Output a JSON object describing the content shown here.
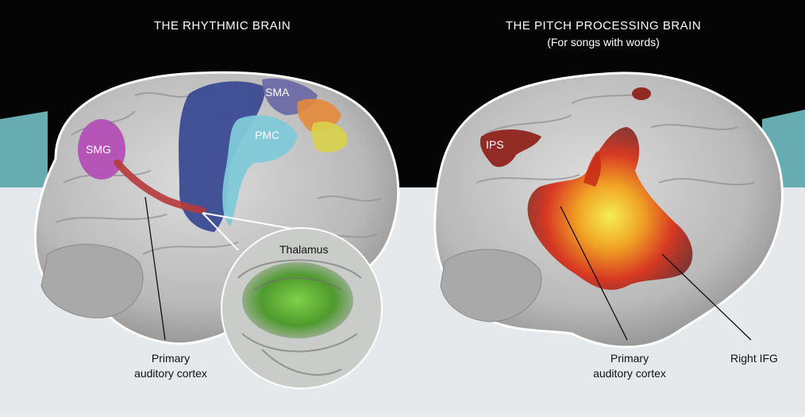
{
  "left_panel": {
    "title": "THE RHYTHMIC BRAIN",
    "regions": {
      "sma": "SMA",
      "pmc": "PMC",
      "smg": "SMG",
      "thalamus": "Thalamus"
    },
    "callout": {
      "line1": "Primary",
      "line2": "auditory cortex"
    },
    "colors": {
      "pmc_motor": "#3b4b94",
      "pmc": "#7fc9d9",
      "sma": "#6d6aa6",
      "sma_orange": "#e58a3a",
      "sma_yellow": "#d9d24a",
      "smg": "#b34fb6",
      "auditory": "#b63a3a",
      "thalamus": "#5fae3a"
    }
  },
  "right_panel": {
    "title": "THE PITCH PROCESSING BRAIN",
    "subtitle": "(For songs with words)",
    "regions": {
      "ips": "IPS"
    },
    "callouts": {
      "auditory": {
        "line1": "Primary",
        "line2": "auditory cortex"
      },
      "ifg": "Right IFG"
    },
    "colors": {
      "activation_outer": "#8e1b14",
      "activation_mid": "#e03a16",
      "activation_core": "#f5e23a"
    }
  },
  "colors": {
    "banner": "#050505",
    "brain": "#bfbfbf",
    "background": "#e9ecee",
    "accent_teal": "#7fd6dc"
  }
}
